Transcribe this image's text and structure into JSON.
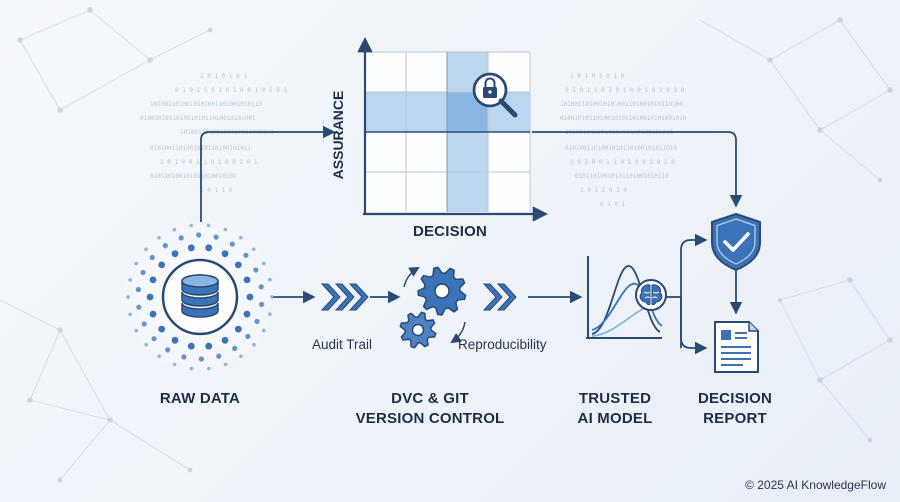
{
  "labels": {
    "raw_data": "RAW DATA",
    "dvc_line1": "DVC & GIT",
    "dvc_line2": "VERSION CONTROL",
    "model_line1": "TRUSTED",
    "model_line2": "AI MODEL",
    "report_line1": "DECISION",
    "report_line2": "REPORT",
    "audit_trail": "Audit Trail",
    "reproducibility": "Reproducibility",
    "x_axis": "DECISION",
    "y_axis": "ASSURANCE"
  },
  "footer": {
    "copyright": "© 2025 AI KnowledgeFlow"
  },
  "colors": {
    "navy": "#2a4a73",
    "primary": "#3b73b9",
    "light": "#bcd6ef",
    "mid": "#8bb6e3"
  },
  "icons": [
    "database-icon",
    "gears-icon",
    "brain-icon",
    "shield-check-icon",
    "document-icon",
    "padlock-magnifier-icon",
    "double-chevron-icon"
  ]
}
